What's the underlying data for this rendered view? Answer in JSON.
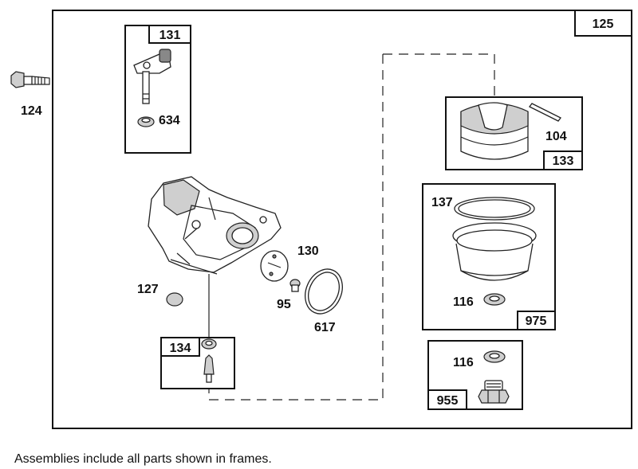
{
  "labels": {
    "assembly": "125",
    "bolt": "124",
    "fuel_pickup_assy": "131",
    "fuel_pickup_seal": "634",
    "float_assy": "133",
    "float_hinge_pin": "104",
    "bowl_assy": "975",
    "bowl_gasket": "137",
    "bowl_washer": "116",
    "bowl_washer_2": "116",
    "fitting_assy": "955",
    "needle_valve_assy": "134",
    "welch_plug": "127",
    "choke_plate": "130",
    "screw": "95",
    "o_ring": "617"
  },
  "footnote": "Assemblies include all parts shown in frames."
}
